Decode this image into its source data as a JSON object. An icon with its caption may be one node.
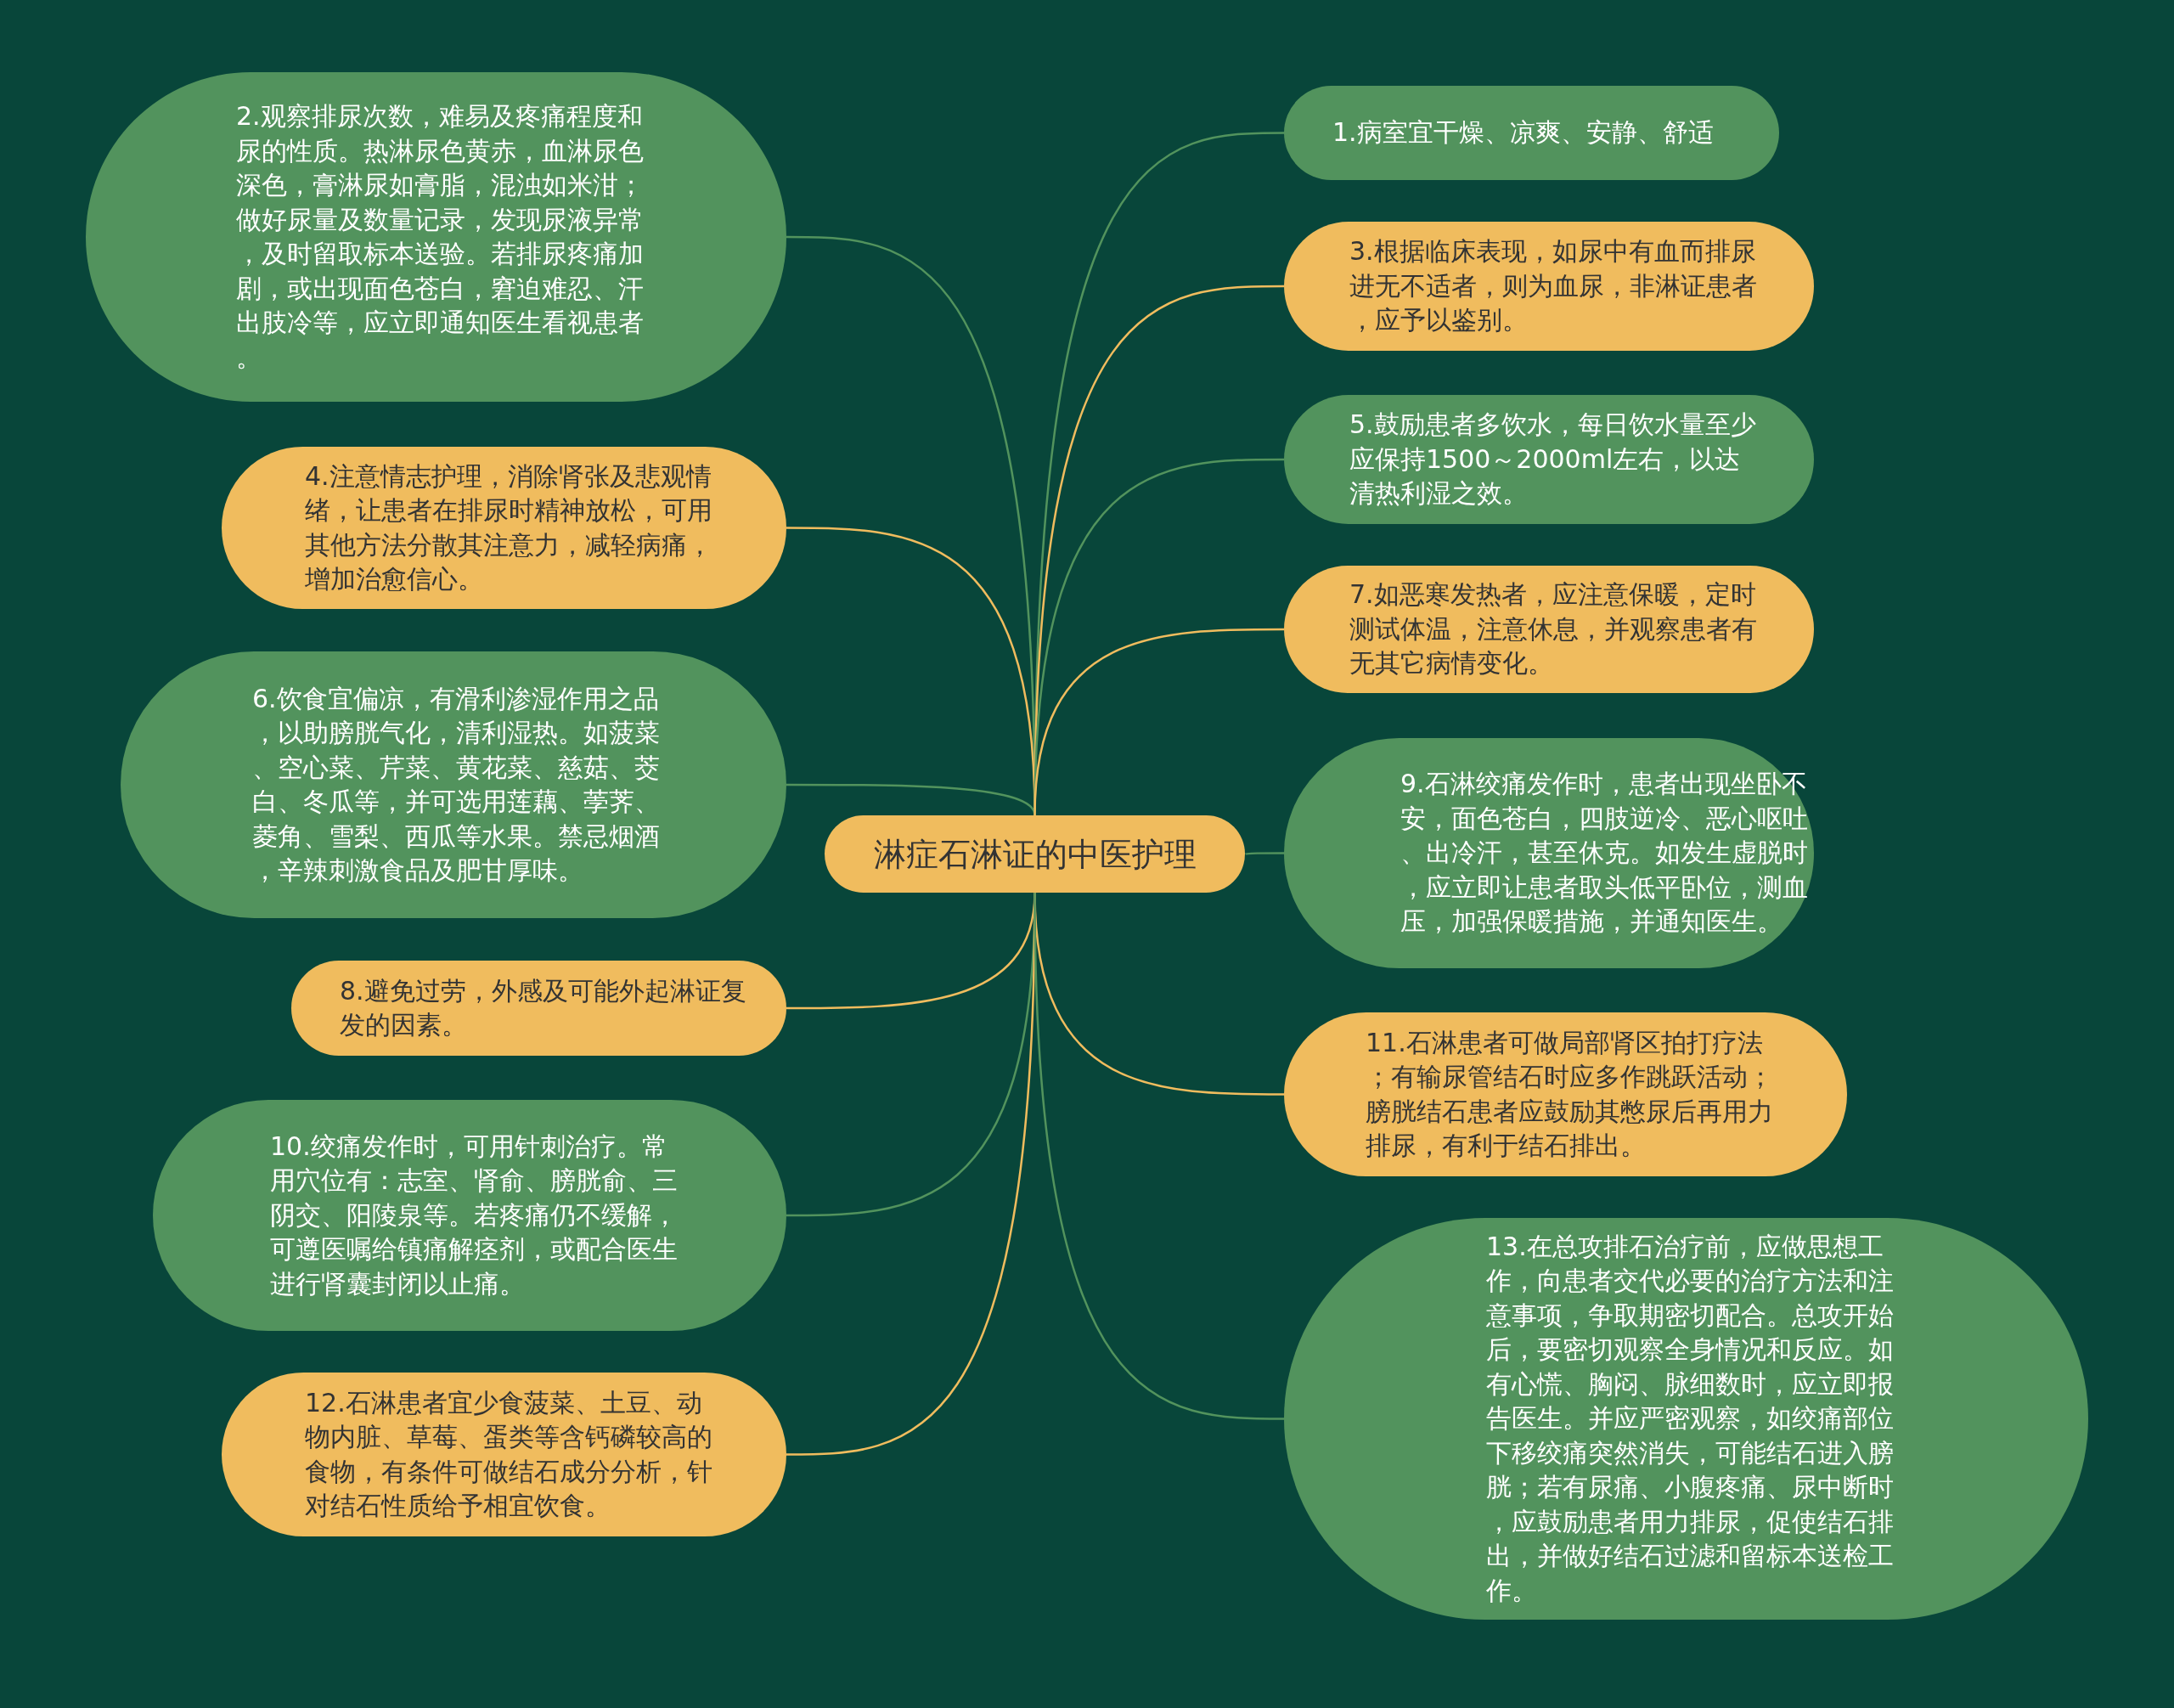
{
  "diagram": {
    "nodes": [
      {
        "text": [
          "淋症石淋证的中医护理"
        ]
      },
      {
        "text": [
          "1.病室宜干燥、凉爽、安静、舒适"
        ]
      },
      {
        "text": [
          "2.观察排尿次数，难易及疼痛程度和尿的性质。热淋尿色黄赤，血淋尿色深色，膏淋尿如膏脂，混浊如米泔；做好尿量及数量记录，发现尿液异常，及时留取标本送验。若排尿疼痛加剧，或出现面色苍白，窘迫难忍、汗出肢冷等，应立即通知医生看视患者。"
        ]
      },
      {
        "text": [
          "3.根据临床表现，如尿中有血而排尿进无不适者，则为血尿，非淋证患者，应予以鉴别。"
        ]
      },
      {
        "text": [
          "4.注意情志护理，消除肾张及悲观情绪，让患者在排尿时精神放松，可用其他方法分散其注意力，减轻病痛，增加治愈信心。"
        ]
      },
      {
        "text": [
          "5.鼓励患者多饮水，每日饮水量至少应保持1500～2000ml左右，以达清热利湿之效。"
        ]
      },
      {
        "text": [
          "6.饮食宜偏凉，有滑利渗湿作用之品，以助膀胱气化，清利湿热。如菠菜、空心菜、芹菜、黄花菜、慈菇、茭白、冬瓜等，并可选用莲藕、荸荠、菱角、雪梨、西瓜等水果。禁忌烟酒，辛辣刺激食品及肥甘厚味。"
        ]
      },
      {
        "text": [
          "7.如恶寒发热者，应注意保暖，定时测试体温，注意休息，并观察患者有无其它病情变化。"
        ]
      },
      {
        "text": [
          "8.避免过劳，外感及可能外起淋证复发的因素。"
        ]
      },
      {
        "text": [
          "9.石淋绞痛发作时，患者出现坐卧不安，面色苍白，四肢逆冷、恶心呕吐、出冷汗，甚至休克。如发生虚脱时，应立即让患者取头低平卧位，测血压，加强保暖措施，并通知医生。"
        ]
      },
      {
        "text": [
          "10.绞痛发作时，可用针刺治疗。常用穴位有：志室、肾俞、膀胱俞、三阴交、阳陵泉等。若疼痛仍不缓解，可遵医嘱给镇痛解痉剂，或配合医生进行肾囊封闭以止痛。"
        ]
      },
      {
        "text": [
          "11.石淋患者可做局部肾区拍打疗法；有输尿管结石时应多作跳跃活动；膀胱结石患者应鼓励其憋尿后再用力排尿，有利于结石排出。"
        ]
      },
      {
        "text": [
          "12.石淋患者宜少食菠菜、土豆、动物内脏、草莓、蛋类等含钙磷较高的食物，有条件可做结石成分分析，针对结石性质给予相宜饮食。"
        ]
      },
      {
        "text": [
          "13.在总攻排石治疗前，应做思想工作，向患者交代必要的治疗方法和注意事项，争取期密切配合。总攻开始后，要密切观察全身情况和反应。如有心慌、胸闷、脉细数时，应立即报告医生。并应严密观察，如绞痛部位下移绞痛突然消失，可能结石进入膀胱；若有尿痛、小腹疼痛、尿中断时，应鼓励患者用力排尿，促使结石排出，并做好结石过滤和留标本送检工作。"
        ]
      }
    ],
    "edges": [
      {
        "from": 0,
        "to": 1,
        "arrow": "none"
      },
      {
        "from": 0,
        "to": 2,
        "arrow": "none"
      },
      {
        "from": 0,
        "to": 3,
        "arrow": "none",
        "color": "#f0bc5e"
      },
      {
        "from": 0,
        "to": 4,
        "arrow": "none",
        "color": "#f0bc5e"
      },
      {
        "from": 0,
        "to": 5,
        "arrow": "none"
      },
      {
        "from": 0,
        "to": 6,
        "arrow": "none"
      },
      {
        "from": 0,
        "to": 7,
        "arrow": "none",
        "color": "#f0bc5e"
      },
      {
        "from": 0,
        "to": 8,
        "arrow": "none",
        "color": "#f0bc5e"
      },
      {
        "from": 0,
        "to": 9,
        "arrow": "none"
      },
      {
        "from": 0,
        "to": 10,
        "arrow": "none"
      },
      {
        "from": 0,
        "to": 11,
        "arrow": "none",
        "color": "#f0bc5e"
      },
      {
        "from": 0,
        "to": 12,
        "arrow": "none",
        "color": "#f0bc5e"
      },
      {
        "from": 0,
        "to": 13,
        "arrow": "none"
      }
    ]
  }
}
